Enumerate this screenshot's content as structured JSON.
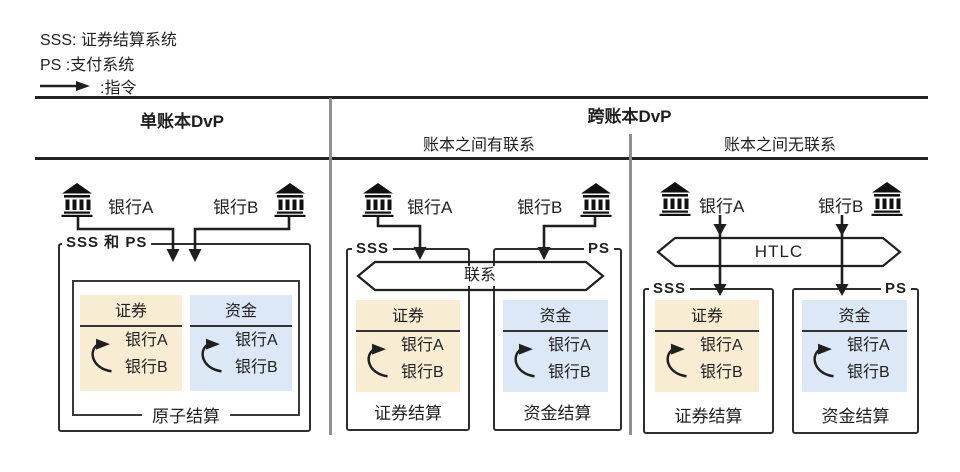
{
  "legend": {
    "sss_line": "SSS: 证券结算系统",
    "ps_line": "PS :支付系统",
    "arrow_label": ":指令"
  },
  "header": {
    "single_ledger": "单账本DvP",
    "cross_ledger": "跨账本DvP",
    "linked": "账本之间有联系",
    "unlinked": "账本之间无联系"
  },
  "labels": {
    "bank_a": "银行A",
    "bank_b": "银行B"
  },
  "cards": {
    "securities": {
      "title": "证券",
      "row_a": "银行A",
      "row_b": "银行B"
    },
    "funds": {
      "title": "资金",
      "row_a": "银行A",
      "row_b": "银行B"
    }
  },
  "panel_single": {
    "box_label": "SSS 和 PS",
    "bottom_label": "原子结算"
  },
  "panel_linked": {
    "sss_label": "SSS",
    "ps_label": "PS",
    "connector_label": "联系",
    "securities_bottom": "证券结算",
    "funds_bottom": "资金结算"
  },
  "panel_unlinked": {
    "sss_label": "SSS",
    "ps_label": "PS",
    "connector_label": "HTLC",
    "securities_bottom": "证券结算",
    "funds_bottom": "资金结算"
  },
  "colors": {
    "securities_bg": "#f8ecd2",
    "funds_bg": "#dce8f5",
    "line": "#1f1f1f",
    "divider": "#8f8f8f"
  }
}
